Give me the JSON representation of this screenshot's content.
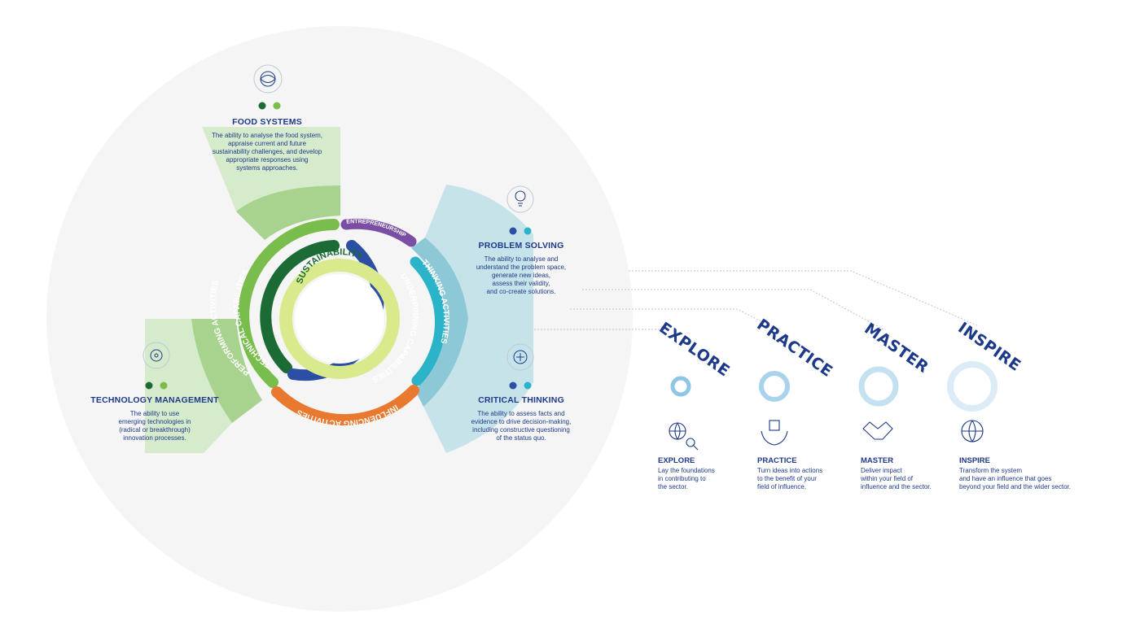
{
  "colors": {
    "navy": "#1d3a8a",
    "light_green": "#cfe6c3",
    "mid_green": "#a4d08d",
    "bright_green": "#79bd4c",
    "dark_green": "#1c6b34",
    "pale_lime": "#d9ea8c",
    "purple": "#7a4ea3",
    "teal": "#2bb3c9",
    "blue": "#2d4fa3",
    "orange": "#e8792f",
    "light_blue": "#c6e3ea",
    "mid_blue": "#8dc8d6",
    "level_blue": "#8ec6e6"
  },
  "ring_labels": {
    "performing": "PERFORMING ACTIVITIES",
    "technical": "TECHNICAL CAPABILITIES",
    "sustainability": "SUSTAINABILITY",
    "entrepreneurship": "ENTREPRENEURSHIP",
    "thinking": "THINKING ACTIVITIES",
    "underpinning": "UNDERPINNING CAPABILITIES",
    "influencing": "INFLUENCING ACTIVITIES"
  },
  "capabilities": {
    "food_systems": {
      "title": "FOOD SYSTEMS",
      "icon": "globe-cycle-icon",
      "lines": [
        "The ability to analyse the food system,",
        "appraise current and future",
        "sustainability challenges, and develop",
        "appropriate responses using",
        "systems approaches."
      ]
    },
    "problem_solving": {
      "title": "PROBLEM SOLVING",
      "icon": "lightbulb-icon",
      "lines": [
        "The ability to analyse and",
        "understand the problem space,",
        "generate new ideas,",
        "assess their validity,",
        "and co-create solutions."
      ]
    },
    "critical_thinking": {
      "title": "CRITICAL THINKING",
      "icon": "brain-cycle-icon",
      "lines": [
        "The ability to assess facts and",
        "evidence to drive decision-making,",
        "including constructive questioning",
        "of the status quo."
      ]
    },
    "technology_management": {
      "title": "TECHNOLOGY MANAGEMENT",
      "icon": "tech-brain-icon",
      "lines": [
        "The ability to use",
        "emerging technologies in",
        "(radical or breakthrough)",
        "innovation processes."
      ]
    }
  },
  "levels": [
    {
      "title": "EXPLORE",
      "name": "EXPLORE",
      "icon": "globe-magnifier-icon",
      "lines": [
        "Lay the foundations",
        "in contributing to",
        "the sector."
      ]
    },
    {
      "title": "PRACTICE",
      "name": "PRACTICE",
      "icon": "hands-box-icon",
      "lines": [
        "Turn ideas into actions",
        "to the benefit of your",
        "field of influence."
      ]
    },
    {
      "title": "MASTER",
      "name": "MASTER",
      "icon": "handshake-icon",
      "lines": [
        "Deliver impact",
        "within your field of",
        "influence and the sector."
      ]
    },
    {
      "title": "INSPIRE",
      "name": "INSPIRE",
      "icon": "globe-network-icon",
      "lines": [
        "Transform the system",
        "and have an influence that goes",
        "beyond your field and the wider sector."
      ]
    }
  ]
}
